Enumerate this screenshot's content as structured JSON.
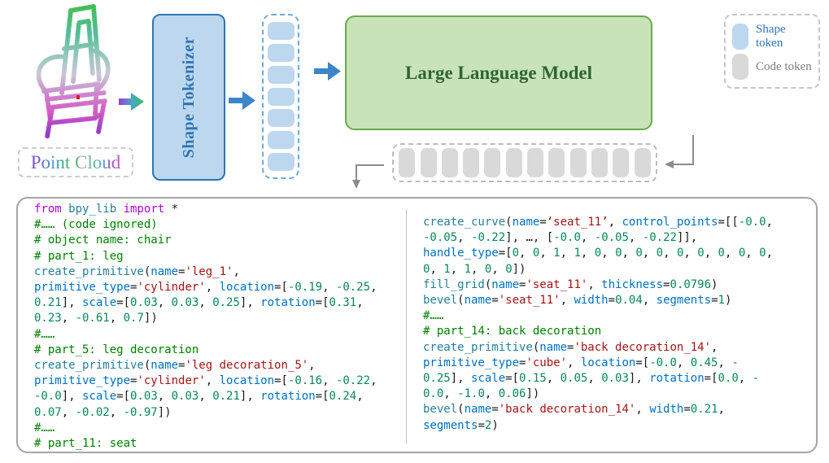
{
  "pipeline": {
    "point_cloud_label": "Point Cloud",
    "tokenizer_label": "Shape Tokenizer",
    "llm_label": "Large Language Model"
  },
  "legend": {
    "items": [
      {
        "label": "Shape token",
        "type": "shape"
      },
      {
        "label": "Code token",
        "type": "code"
      }
    ]
  },
  "tokens": {
    "shape_token_count": 7,
    "code_token_count": 12
  },
  "colors": {
    "shapeFill": "#BDD7EE",
    "shapeBorder": "#2E75B6",
    "shapeText": "#2E75B6",
    "llmFill": "#C9E3B9",
    "llmBorder": "#6AA84F",
    "llmText": "#2F6633",
    "tokenGray": "#D9D9D9",
    "dashBlue": "#6FA8DC",
    "dashGray": "#BDBDBD",
    "arrowBlue": "#3D85C8",
    "grayLine": "#8C8C8C",
    "codeBorder": "#A6A6A6",
    "kw": "#AF00DB",
    "fn": "#267F99",
    "vr": "#0070C1",
    "st": "#A31515",
    "nm": "#098658",
    "cm": "#008000",
    "pl": "#1A1A1A",
    "legendBlue": "#2E75B6",
    "legendGray": "#7F7F7F"
  },
  "code": {
    "left": [
      [
        [
          "k",
          "from"
        ],
        [
          "p",
          " "
        ],
        [
          "f",
          "bpy_lib"
        ],
        [
          "p",
          " "
        ],
        [
          "k",
          "import"
        ],
        [
          "p",
          " *"
        ]
      ],
      [
        [
          "c",
          "#…… (code ignored)"
        ]
      ],
      [
        [
          "c",
          "# object name: chair"
        ]
      ],
      [
        [
          "c",
          "# part_1: leg"
        ]
      ],
      [
        [
          "f",
          "create_primitive"
        ],
        [
          "p",
          "("
        ],
        [
          "v",
          "name"
        ],
        [
          "p",
          "="
        ],
        [
          "s",
          "'leg_1'"
        ],
        [
          "p",
          ","
        ]
      ],
      [
        [
          "v",
          "primitive_type"
        ],
        [
          "p",
          "="
        ],
        [
          "s",
          "'cylinder'"
        ],
        [
          "p",
          ", "
        ],
        [
          "v",
          "location"
        ],
        [
          "p",
          "=["
        ],
        [
          "n",
          "-0.19"
        ],
        [
          "p",
          ", "
        ],
        [
          "n",
          "-0.25"
        ],
        [
          "p",
          ","
        ]
      ],
      [
        [
          "n",
          "0.21"
        ],
        [
          "p",
          "], "
        ],
        [
          "v",
          "scale"
        ],
        [
          "p",
          "=["
        ],
        [
          "n",
          "0.03"
        ],
        [
          "p",
          ", "
        ],
        [
          "n",
          "0.03"
        ],
        [
          "p",
          ", "
        ],
        [
          "n",
          "0.25"
        ],
        [
          "p",
          "], "
        ],
        [
          "v",
          "rotation"
        ],
        [
          "p",
          "=["
        ],
        [
          "n",
          "0.31"
        ],
        [
          "p",
          ","
        ]
      ],
      [
        [
          "n",
          "0.23"
        ],
        [
          "p",
          ", "
        ],
        [
          "n",
          "-0.61"
        ],
        [
          "p",
          ", "
        ],
        [
          "n",
          "0.7"
        ],
        [
          "p",
          "])"
        ]
      ],
      [
        [
          "c",
          "#……"
        ]
      ],
      [
        [
          "c",
          "# part_5: leg decoration"
        ]
      ],
      [
        [
          "f",
          "create_primitive"
        ],
        [
          "p",
          "("
        ],
        [
          "v",
          "name"
        ],
        [
          "p",
          "="
        ],
        [
          "s",
          "'leg decoration_5'"
        ],
        [
          "p",
          ","
        ]
      ],
      [
        [
          "v",
          "primitive_type"
        ],
        [
          "p",
          "="
        ],
        [
          "s",
          "'cylinder'"
        ],
        [
          "p",
          ", "
        ],
        [
          "v",
          "location"
        ],
        [
          "p",
          "=["
        ],
        [
          "n",
          "-0.16"
        ],
        [
          "p",
          ", "
        ],
        [
          "n",
          "-0.22"
        ],
        [
          "p",
          ","
        ]
      ],
      [
        [
          "n",
          "-0.0"
        ],
        [
          "p",
          "], "
        ],
        [
          "v",
          "scale"
        ],
        [
          "p",
          "=["
        ],
        [
          "n",
          "0.03"
        ],
        [
          "p",
          ", "
        ],
        [
          "n",
          "0.03"
        ],
        [
          "p",
          ", "
        ],
        [
          "n",
          "0.21"
        ],
        [
          "p",
          "], "
        ],
        [
          "v",
          "rotation"
        ],
        [
          "p",
          "=["
        ],
        [
          "n",
          "0.24"
        ],
        [
          "p",
          ","
        ]
      ],
      [
        [
          "n",
          "0.07"
        ],
        [
          "p",
          ", "
        ],
        [
          "n",
          "-0.02"
        ],
        [
          "p",
          ", "
        ],
        [
          "n",
          "-0.97"
        ],
        [
          "p",
          "])"
        ]
      ],
      [
        [
          "c",
          "#……"
        ]
      ],
      [
        [
          "c",
          "# part_11: seat"
        ]
      ]
    ],
    "right": [
      [
        [
          "f",
          "create_curve"
        ],
        [
          "p",
          "("
        ],
        [
          "v",
          "name"
        ],
        [
          "p",
          "="
        ],
        [
          "s",
          "‘seat_11’"
        ],
        [
          "p",
          ", "
        ],
        [
          "v",
          "control_points"
        ],
        [
          "p",
          "=[["
        ],
        [
          "n",
          "-0.0"
        ],
        [
          "p",
          ","
        ]
      ],
      [
        [
          "n",
          "-0.05"
        ],
        [
          "p",
          ", "
        ],
        [
          "n",
          "-0.22"
        ],
        [
          "p",
          "], …, ["
        ],
        [
          "n",
          "-0.0"
        ],
        [
          "p",
          ", "
        ],
        [
          "n",
          "-0.05"
        ],
        [
          "p",
          ", "
        ],
        [
          "n",
          "-0.22"
        ],
        [
          "p",
          "]],"
        ]
      ],
      [
        [
          "v",
          "handle_type"
        ],
        [
          "p",
          "=["
        ],
        [
          "n",
          "0"
        ],
        [
          "p",
          ", "
        ],
        [
          "n",
          "0"
        ],
        [
          "p",
          ", "
        ],
        [
          "n",
          "1"
        ],
        [
          "p",
          ", "
        ],
        [
          "n",
          "1"
        ],
        [
          "p",
          ", "
        ],
        [
          "n",
          "0"
        ],
        [
          "p",
          ", "
        ],
        [
          "n",
          "0"
        ],
        [
          "p",
          ", "
        ],
        [
          "n",
          "0"
        ],
        [
          "p",
          ", "
        ],
        [
          "n",
          "0"
        ],
        [
          "p",
          ", "
        ],
        [
          "n",
          "0"
        ],
        [
          "p",
          ", "
        ],
        [
          "n",
          "0"
        ],
        [
          "p",
          ", "
        ],
        [
          "n",
          "0"
        ],
        [
          "p",
          ", "
        ],
        [
          "n",
          "0"
        ],
        [
          "p",
          ", "
        ],
        [
          "n",
          "0"
        ],
        [
          "p",
          ","
        ]
      ],
      [
        [
          "n",
          "0"
        ],
        [
          "p",
          ", "
        ],
        [
          "n",
          "1"
        ],
        [
          "p",
          ", "
        ],
        [
          "n",
          "1"
        ],
        [
          "p",
          ", "
        ],
        [
          "n",
          "0"
        ],
        [
          "p",
          ", "
        ],
        [
          "n",
          "0"
        ],
        [
          "p",
          "])"
        ]
      ],
      [
        [
          "f",
          "fill_grid"
        ],
        [
          "p",
          "("
        ],
        [
          "v",
          "name"
        ],
        [
          "p",
          "="
        ],
        [
          "s",
          "'seat_11'"
        ],
        [
          "p",
          ", "
        ],
        [
          "v",
          "thickness"
        ],
        [
          "p",
          "="
        ],
        [
          "n",
          "0.0796"
        ],
        [
          "p",
          ")"
        ]
      ],
      [
        [
          "f",
          "bevel"
        ],
        [
          "p",
          "("
        ],
        [
          "v",
          "name"
        ],
        [
          "p",
          "="
        ],
        [
          "s",
          "'seat_11'"
        ],
        [
          "p",
          ", "
        ],
        [
          "v",
          "width"
        ],
        [
          "p",
          "="
        ],
        [
          "n",
          "0.04"
        ],
        [
          "p",
          ", "
        ],
        [
          "v",
          "segments"
        ],
        [
          "p",
          "="
        ],
        [
          "n",
          "1"
        ],
        [
          "p",
          ")"
        ]
      ],
      [
        [
          "c",
          "#……"
        ]
      ],
      [
        [
          "c",
          "# part_14: back decoration"
        ]
      ],
      [
        [
          "f",
          "create_primitive"
        ],
        [
          "p",
          "("
        ],
        [
          "v",
          "name"
        ],
        [
          "p",
          "="
        ],
        [
          "s",
          "'back decoration_14'"
        ],
        [
          "p",
          ","
        ]
      ],
      [
        [
          "v",
          "primitive_type"
        ],
        [
          "p",
          "="
        ],
        [
          "s",
          "'cube'"
        ],
        [
          "p",
          ", "
        ],
        [
          "v",
          "location"
        ],
        [
          "p",
          "=["
        ],
        [
          "n",
          "-0.0"
        ],
        [
          "p",
          ", "
        ],
        [
          "n",
          "0.45"
        ],
        [
          "p",
          ", "
        ],
        [
          "n",
          "-"
        ]
      ],
      [
        [
          "n",
          "0.25"
        ],
        [
          "p",
          "], "
        ],
        [
          "v",
          "scale"
        ],
        [
          "p",
          "=["
        ],
        [
          "n",
          "0.15"
        ],
        [
          "p",
          ", "
        ],
        [
          "n",
          "0.05"
        ],
        [
          "p",
          ", "
        ],
        [
          "n",
          "0.03"
        ],
        [
          "p",
          "], "
        ],
        [
          "v",
          "rotation"
        ],
        [
          "p",
          "=["
        ],
        [
          "n",
          "0.0"
        ],
        [
          "p",
          ", "
        ],
        [
          "n",
          "-"
        ]
      ],
      [
        [
          "n",
          "0.0"
        ],
        [
          "p",
          ", "
        ],
        [
          "n",
          "-1.0"
        ],
        [
          "p",
          ", "
        ],
        [
          "n",
          "0.06"
        ],
        [
          "p",
          "])"
        ]
      ],
      [
        [
          "f",
          "bevel"
        ],
        [
          "p",
          "("
        ],
        [
          "v",
          "name"
        ],
        [
          "p",
          "="
        ],
        [
          "s",
          "'back decoration_14'"
        ],
        [
          "p",
          ", "
        ],
        [
          "v",
          "width"
        ],
        [
          "p",
          "="
        ],
        [
          "n",
          "0.21"
        ],
        [
          "p",
          ","
        ]
      ],
      [
        [
          "v",
          "segments"
        ],
        [
          "p",
          "="
        ],
        [
          "n",
          "2"
        ],
        [
          "p",
          ")"
        ]
      ]
    ]
  }
}
